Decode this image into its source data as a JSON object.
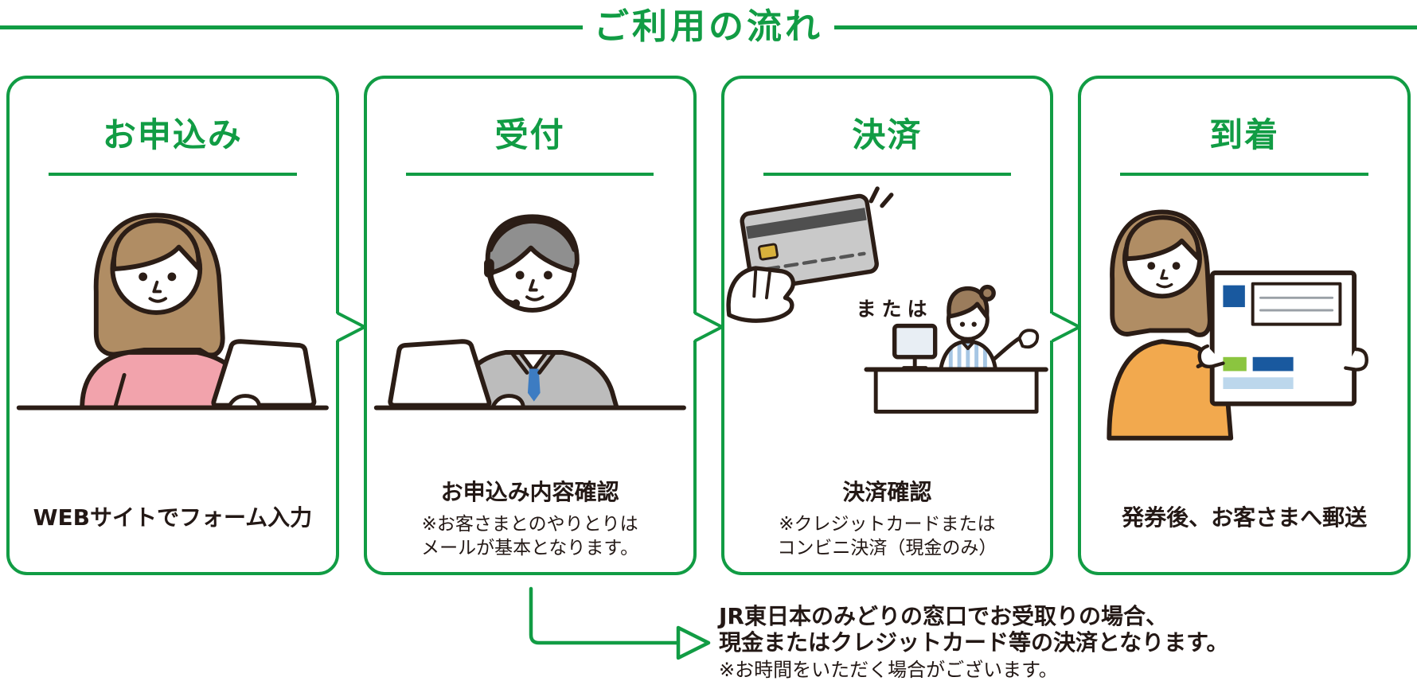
{
  "title": "ご利用の流れ",
  "theme": {
    "accent_green": "#119c44",
    "ink": "#231815",
    "pink_sweater": "#f2a3ac",
    "orange_cardigan": "#f2a94e",
    "suit_gray": "#bcbcbc",
    "card_gray": "#c9c9c9",
    "navy_block": "#19599f",
    "green_block": "#8bc53f"
  },
  "steps": [
    {
      "heading": "お申込み",
      "caption": "WEBサイトでフォーム入力",
      "notes": [],
      "illustration": "woman-at-laptop-icon"
    },
    {
      "heading": "受付",
      "caption": "お申込み内容確認",
      "notes": [
        "※お客さまとのやりとりは",
        "メールが基本となります。"
      ],
      "illustration": "headset-operator-at-laptop-icon"
    },
    {
      "heading": "決済",
      "caption": "決済確認",
      "notes": [
        "※クレジットカードまたは",
        "コンビニ決済（現金のみ）"
      ],
      "or_label": "または",
      "illustration": "credit-card-or-store-clerk-icon"
    },
    {
      "heading": "到着",
      "caption": "発券後、お客さまへ郵送",
      "notes": [],
      "illustration": "woman-holding-ticket-icon"
    }
  ],
  "branch_note": {
    "line1": "JR東日本のみどりの窓口でお受取りの場合、",
    "line2": "現金またはクレジットカード等の決済となります。",
    "line3": "※お時間をいただく場合がございます。"
  }
}
